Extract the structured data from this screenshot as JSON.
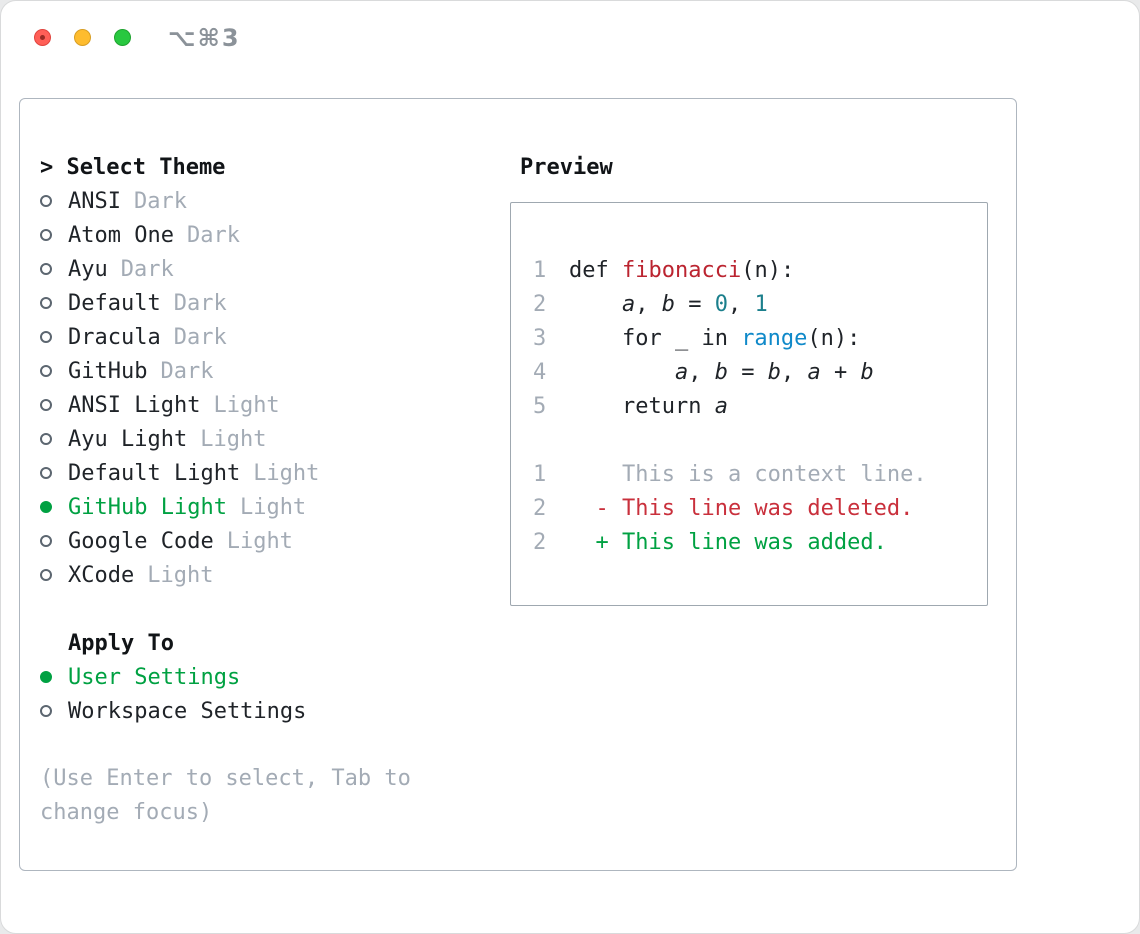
{
  "window": {
    "title": "⌥⌘3"
  },
  "colors": {
    "accent_green": "#00a142",
    "deleted_red": "#c9303c",
    "function_red": "#bb2430",
    "number_teal": "#1b7f8c",
    "builtin_blue": "#0f89c9",
    "muted_gray": "#a3abb5",
    "text": "#1f2328",
    "traffic_red": "#ff5f57",
    "traffic_yellow": "#febc2e",
    "traffic_green": "#28c840"
  },
  "theme_selector": {
    "title": "> Select Theme",
    "items": [
      {
        "name": "ANSI",
        "variant": "Dark",
        "selected": false
      },
      {
        "name": "Atom One",
        "variant": "Dark",
        "selected": false
      },
      {
        "name": "Ayu",
        "variant": "Dark",
        "selected": false
      },
      {
        "name": "Default",
        "variant": "Dark",
        "selected": false
      },
      {
        "name": "Dracula",
        "variant": "Dark",
        "selected": false
      },
      {
        "name": "GitHub",
        "variant": "Dark",
        "selected": false
      },
      {
        "name": "ANSI Light",
        "variant": "Light",
        "selected": false
      },
      {
        "name": "Ayu Light",
        "variant": "Light",
        "selected": false
      },
      {
        "name": "Default Light",
        "variant": "Light",
        "selected": false
      },
      {
        "name": "GitHub Light",
        "variant": "Light",
        "selected": true
      },
      {
        "name": "Google Code",
        "variant": "Light",
        "selected": false
      },
      {
        "name": "XCode",
        "variant": "Light",
        "selected": false
      }
    ]
  },
  "apply_to": {
    "title": "Apply To",
    "options": [
      {
        "label": "User Settings",
        "selected": true
      },
      {
        "label": "Workspace Settings",
        "selected": false
      }
    ]
  },
  "help_text": "(Use Enter to select, Tab to change focus)",
  "preview": {
    "title": "Preview",
    "code": [
      {
        "num": "1",
        "tokens": [
          "def ",
          "fibonacci",
          "(n):"
        ]
      },
      {
        "num": "2",
        "tokens": [
          "    ",
          "a",
          ", ",
          "b",
          " = ",
          "0",
          ", ",
          "1"
        ]
      },
      {
        "num": "3",
        "tokens": [
          "    for _ in ",
          "range",
          "(n):"
        ]
      },
      {
        "num": "4",
        "tokens": [
          "        ",
          "a",
          ", ",
          "b",
          " = ",
          "b",
          ", ",
          "a",
          " + ",
          "b"
        ]
      },
      {
        "num": "5",
        "tokens": [
          "    return ",
          "a"
        ]
      }
    ],
    "diff": [
      {
        "num": "1",
        "text": "    This is a context line.",
        "kind": "context"
      },
      {
        "num": "2",
        "text": "  - This line was deleted.",
        "kind": "deleted"
      },
      {
        "num": "2",
        "text": "  + This line was added.",
        "kind": "added"
      }
    ]
  }
}
